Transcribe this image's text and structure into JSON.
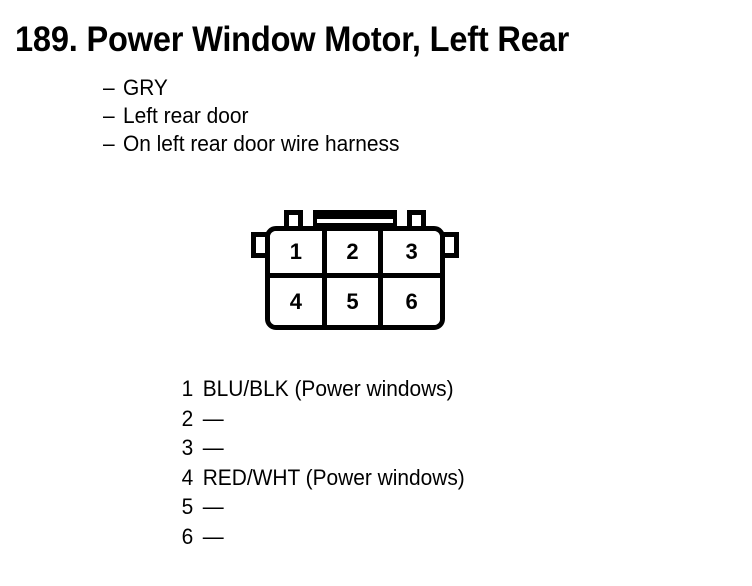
{
  "title": "189. Power Window Motor, Left Rear",
  "attributes": {
    "dash": "–",
    "items": [
      "GRY",
      "Left rear door",
      "On left rear door wire harness"
    ]
  },
  "connector": {
    "cells": [
      {
        "number": "1"
      },
      {
        "number": "2"
      },
      {
        "number": "3"
      },
      {
        "number": "4"
      },
      {
        "number": "5"
      },
      {
        "number": "6"
      }
    ]
  },
  "pin_legend": [
    {
      "pin": "1",
      "description": "BLU/BLK (Power windows)"
    },
    {
      "pin": "2",
      "description": "—"
    },
    {
      "pin": "3",
      "description": "—"
    },
    {
      "pin": "4",
      "description": "RED/WHT (Power windows)"
    },
    {
      "pin": "5",
      "description": "—"
    },
    {
      "pin": "6",
      "description": "—"
    }
  ],
  "colors": {
    "ink": "#000000",
    "background": "#ffffff"
  }
}
